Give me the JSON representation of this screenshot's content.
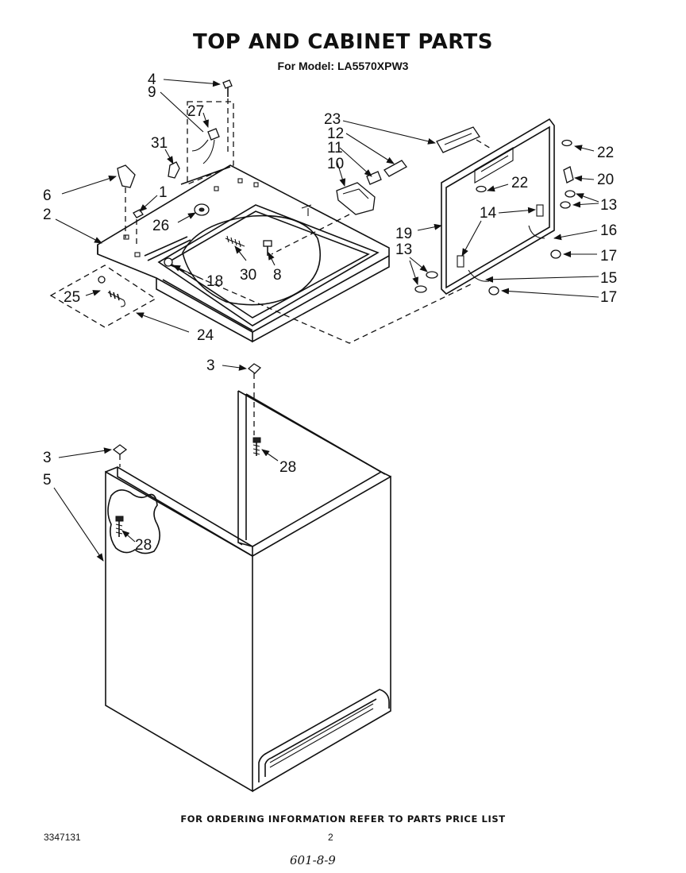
{
  "title": "TOP AND CABINET PARTS",
  "subtitle": "For Model: LA5570XPW3",
  "footer": "FOR ORDERING INFORMATION REFER TO PARTS PRICE LIST",
  "doc_number": "3347131",
  "page_number": "2",
  "handwritten_note": "601-8-9",
  "callouts": [
    "4",
    "9",
    "27",
    "31",
    "6",
    "1",
    "2",
    "26",
    "25",
    "24",
    "18",
    "30",
    "8",
    "23",
    "12",
    "11",
    "10",
    "22",
    "20",
    "13",
    "19",
    "14",
    "16",
    "17",
    "15",
    "3",
    "28",
    "5"
  ]
}
